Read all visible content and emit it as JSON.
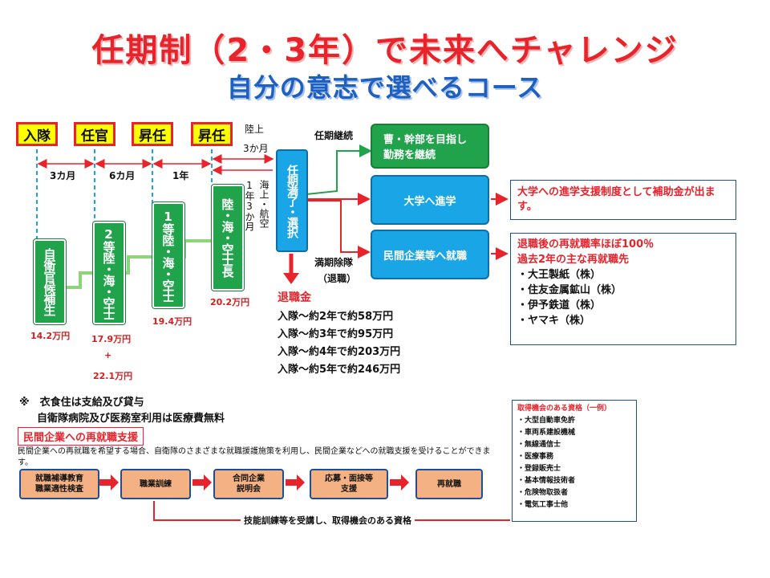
{
  "title": {
    "line1": "任期制（2・3年）で未来へチャレンジ",
    "line2": "自分の意志で選べるコース"
  },
  "stages": [
    {
      "label": "入隊"
    },
    {
      "label": "任官"
    },
    {
      "label": "昇任"
    },
    {
      "label": "昇任"
    }
  ],
  "durations": [
    "3カ月",
    "6カ月",
    "1年"
  ],
  "ranks": [
    {
      "label": "自衛官候補生",
      "salary": "14.2万円"
    },
    {
      "label": "2等陸・海・空士",
      "salary": "17.9万円",
      "salary_plus": "+",
      "salary2": "22.1万円"
    },
    {
      "label": "1等陸・海・空士",
      "salary": "19.4万円"
    },
    {
      "label": "陸・海・空士長",
      "salary": "20.2万円"
    }
  ],
  "service_terms": {
    "top": "陸上",
    "top2": "3か月",
    "side_a": "1年3か月",
    "side_b": "海上・航空"
  },
  "expiry_box": {
    "label": "任期満了・選択"
  },
  "branches": {
    "continue_label": "任期継続",
    "discharge_label": "満期除隊",
    "discharge_sub": "（退職）",
    "continue_box": "曹・幹部を目指し勤務を継続",
    "university_box": "大学へ進学",
    "company_box": "民間企業等へ就職"
  },
  "university_note": "大学への進学支援制度として補助金が出ます。",
  "reemployment": {
    "heading1": "退職後の再就職率ほぼ100％",
    "heading2": "過去2年の主な再就職先",
    "companies": [
      "・大王製紙（株）",
      "・住友金属鉱山（株）",
      "・伊予鉄道（株）",
      "・ヤマキ（株）"
    ]
  },
  "retirement_pay": {
    "heading": "退職金",
    "items": [
      "入隊～約2年で約58万円",
      "入隊～約3年で約95万円",
      "入隊～約4年で約203万円",
      "入隊～約5年で約246万円"
    ]
  },
  "notes": {
    "line1": "※　衣食住は支給及び貸与",
    "line2": "自衛隊病院及び医務室利用は医療費無料"
  },
  "support": {
    "heading": "民間企業への再就職支援",
    "desc": "民間企業への再就職を希望する場合、自衛隊のさまざまな就職援護施策を利用し、民間企業などへの就職支援を受けることができます。",
    "flow": [
      "就職補導教育\n職業適性検査",
      "職業訓練",
      "合同企業\n説明会",
      "応募・面接等\n支援",
      "再就職"
    ],
    "bottom_note": "技能訓練等を受講し、取得機会のある資格"
  },
  "qualifications": {
    "heading": "取得機会のある資格（一例）",
    "items": [
      "・大型自動車免許",
      "・車両系建設機械",
      "・無線通信士",
      "・医療事務",
      "・登録販売士",
      "・基本情報技術者",
      "・危険物取扱者",
      "・電気工事士他"
    ]
  },
  "colors": {
    "title_red": "#e8232b",
    "title_blue": "#1f5fbf",
    "rank_green": "#21a34c",
    "branch_blue": "#1aa6e6",
    "flow_orange": "#f4b183",
    "stage_yellow": "#ffff00"
  }
}
